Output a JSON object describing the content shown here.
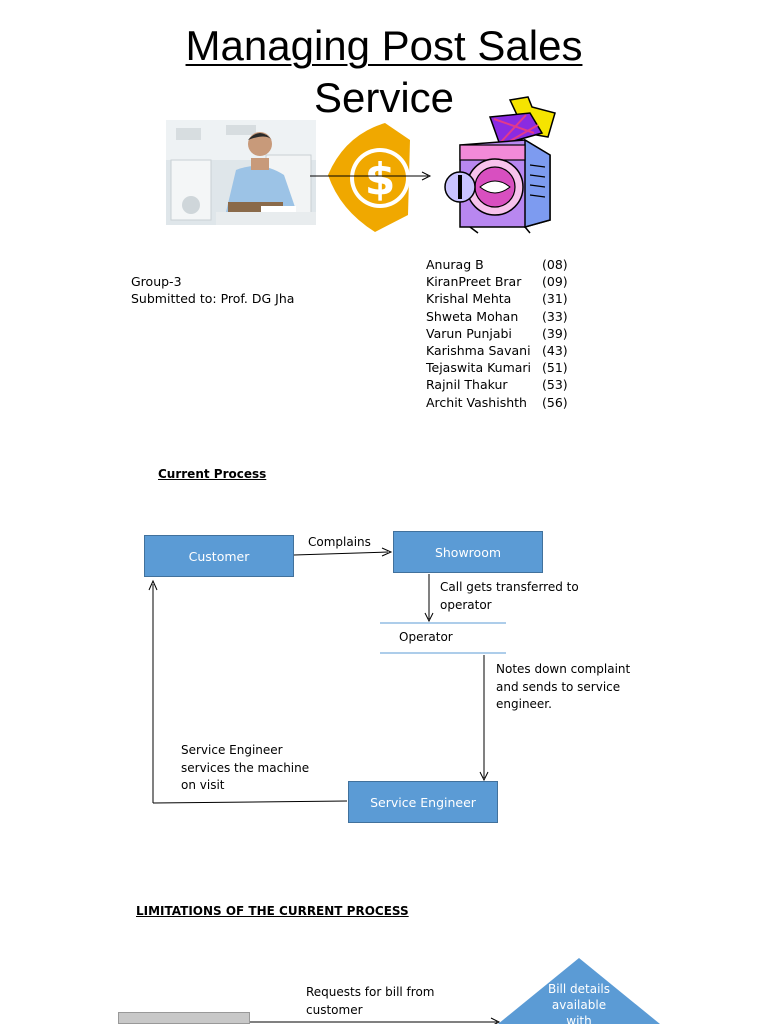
{
  "title_line1": "Managing Post Sales",
  "title_line2": "Service",
  "group": "Group-3",
  "submitted": "Submitted to: Prof. DG Jha",
  "members": [
    {
      "name": "Anurag B",
      "roll": "(08)"
    },
    {
      "name": "KiranPreet Brar",
      "roll": "(09)"
    },
    {
      "name": "Krishal Mehta",
      "roll": "(31)"
    },
    {
      "name": "Shweta Mohan",
      "roll": "(33)"
    },
    {
      "name": "Varun Punjabi",
      "roll": "(39)"
    },
    {
      "name": "Karishma Savani",
      "roll": "(43)"
    },
    {
      "name": "Tejaswita Kumari",
      "roll": "(51)"
    },
    {
      "name": "Rajnil Thakur",
      "roll": "(53)"
    },
    {
      "name": "Archit Vashishth",
      "roll": "(56)"
    }
  ],
  "current_process": {
    "heading": "Current Process",
    "customer": "Customer",
    "showroom": "Showroom",
    "operator": "Operator",
    "engineer": "Service Engineer",
    "complains": "Complains",
    "transfer_label": "Call gets transferred to\noperator",
    "notes_label": "Notes down complaint\nand sends to service\nengineer.",
    "visit_label": "Service Engineer\nservices the machine\non visit"
  },
  "limitations": {
    "heading": "LIMITATIONS OF THE CURRENT PROCESS",
    "request_label": "Requests for bill from\ncustomer",
    "diamond_text": "Bill details\navailable\nwith"
  },
  "colors": {
    "box": "#5b9bd5",
    "box_border": "#41719c",
    "dollar": "#f0a800"
  },
  "icons": [
    "dollar-sign-icon",
    "washing-machine-icon",
    "salesman-photo"
  ]
}
